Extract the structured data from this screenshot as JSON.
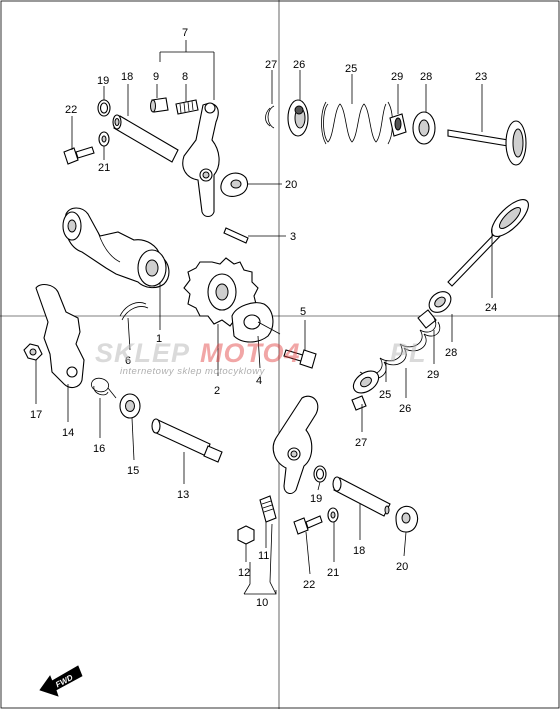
{
  "callouts": [
    "1",
    "2",
    "3",
    "4",
    "5",
    "6",
    "7",
    "8",
    "9",
    "10",
    "11",
    "12",
    "13",
    "14",
    "15",
    "16",
    "17",
    "18",
    "19",
    "20",
    "21",
    "22",
    "23",
    "24",
    "25",
    "26",
    "27",
    "28",
    "29"
  ],
  "callouts_right": [
    "18",
    "19",
    "20",
    "21",
    "22",
    "23",
    "24",
    "25",
    "26",
    "27",
    "28",
    "29"
  ],
  "watermark": {
    "brand_a": "SKLEP",
    "brand_b": "MOTO4",
    "brand_c": "PL",
    "tagline": "internetowy sklep motocyklowy"
  },
  "fwd_label": "FWD"
}
